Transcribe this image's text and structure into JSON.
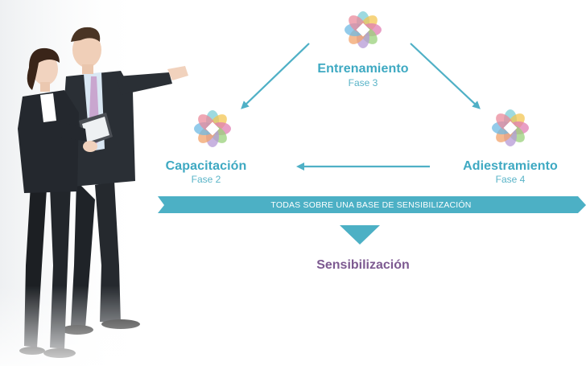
{
  "colors": {
    "accent": "#4fb0c6",
    "title_teal": "#3ea9c2",
    "phase_teal": "#5ab4c8",
    "purple": "#7d5a91",
    "ribbon": "#4cb0c5"
  },
  "nodes": {
    "top": {
      "title": "Entrenamiento",
      "phase": "Fase 3",
      "icon": "petal-knot-icon"
    },
    "left": {
      "title": "Capacitación",
      "phase": "Fase 2",
      "icon": "petal-knot-icon"
    },
    "right": {
      "title": "Adiestramiento",
      "phase": "Fase 4",
      "icon": "petal-knot-icon"
    }
  },
  "banner": {
    "text": "TODAS SOBRE UNA BASE DE SENSIBILIZACIÓN"
  },
  "base": {
    "title": "Sensibilización"
  },
  "photo": {
    "subject": "business-people-presenting"
  }
}
